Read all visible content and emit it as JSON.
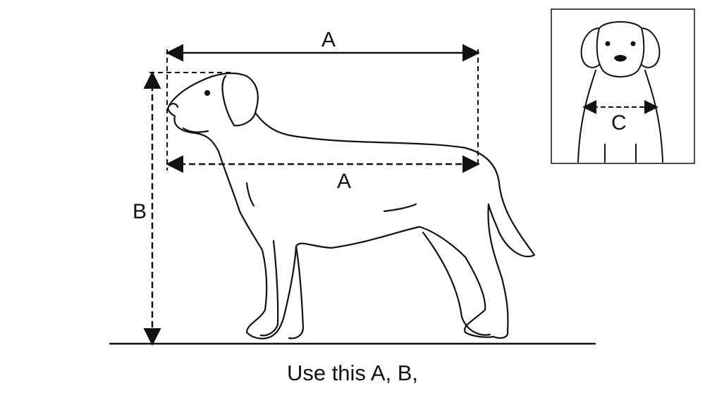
{
  "labels": {
    "length_top": "A",
    "length_body": "A",
    "height": "B",
    "chest_width": "C"
  },
  "caption": "Use this A, B,",
  "colors": {
    "line": "#111111",
    "background": "#ffffff"
  }
}
